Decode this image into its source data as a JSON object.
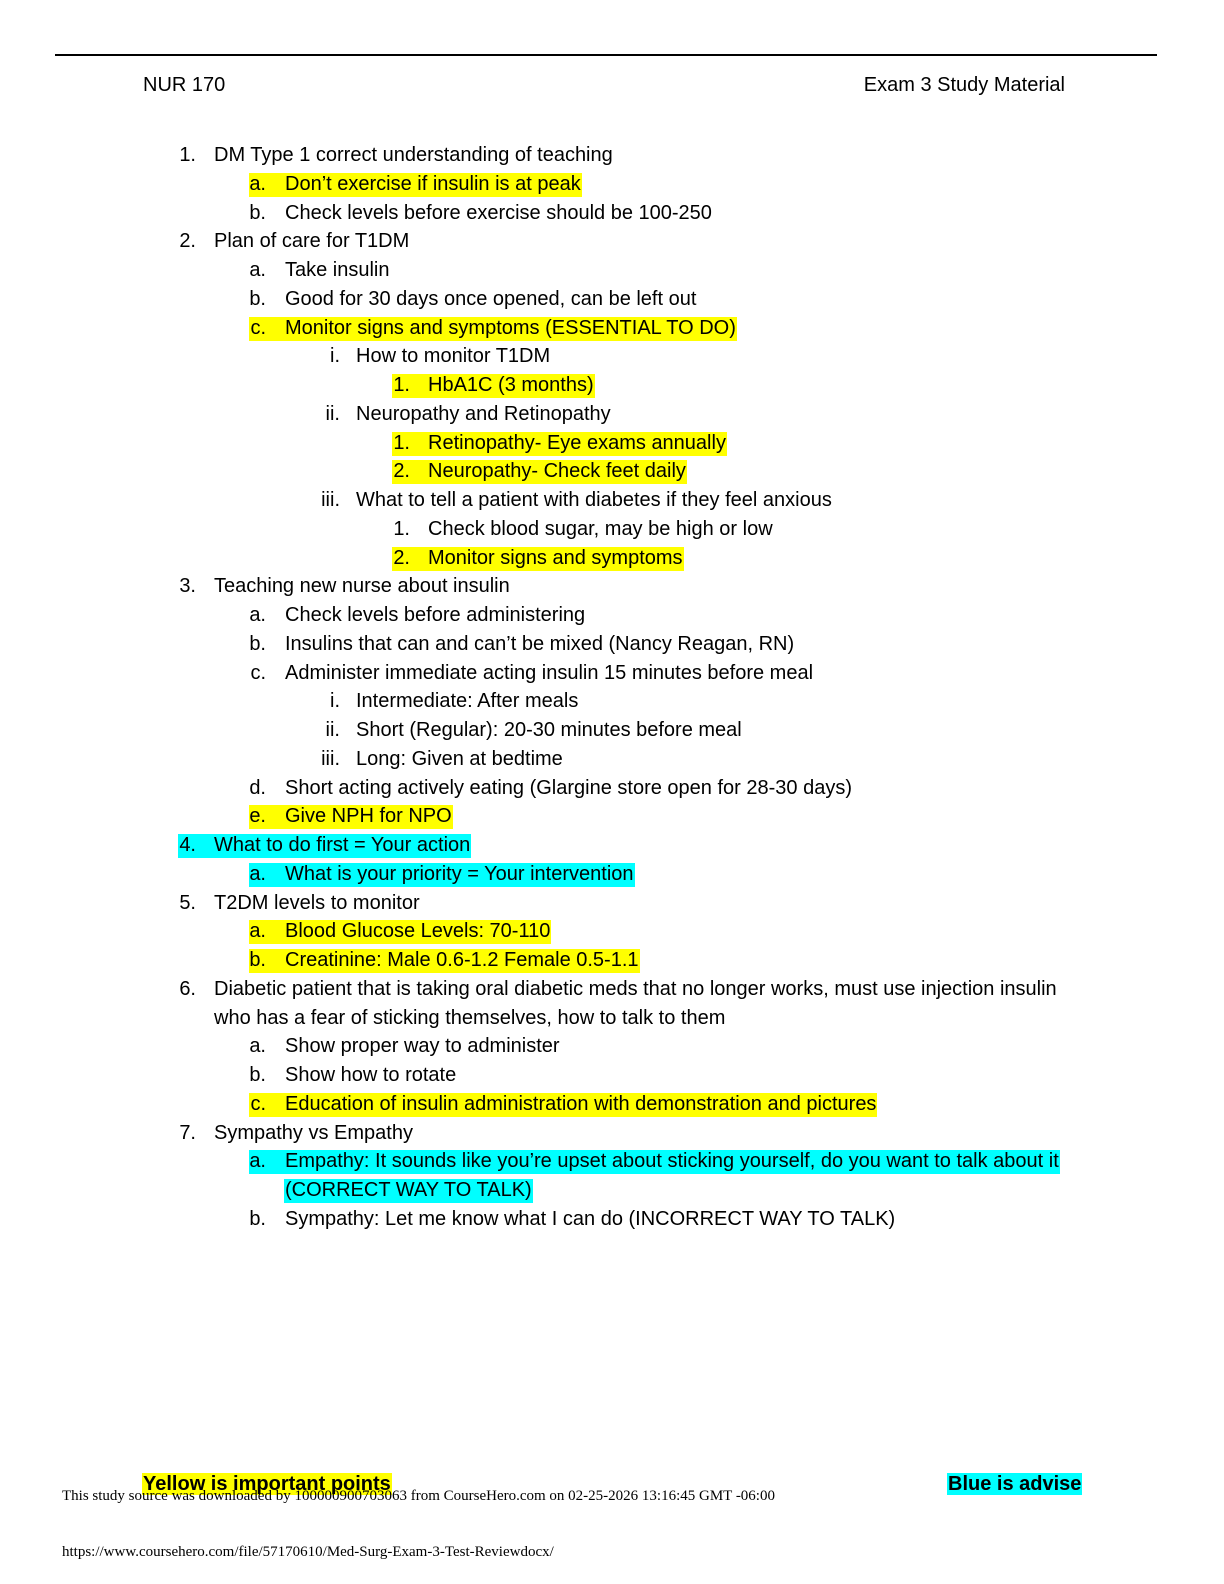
{
  "header": {
    "course": "NUR 170",
    "title": "Exam 3 Study Material"
  },
  "colors": {
    "important_highlight": "#ffff00",
    "advise_highlight": "#00ffff"
  },
  "outline": [
    {
      "level": 1,
      "marker": "1.",
      "text": "DM Type 1 correct understanding of teaching",
      "highlight": "none"
    },
    {
      "level": 2,
      "marker": "a.",
      "text": "Don’t exercise if insulin is at peak",
      "highlight": "yellow"
    },
    {
      "level": 2,
      "marker": "b.",
      "text": "Check levels before exercise should be 100-250",
      "highlight": "none"
    },
    {
      "level": 1,
      "marker": "2.",
      "text": "Plan of care for T1DM",
      "highlight": "none"
    },
    {
      "level": 2,
      "marker": "a.",
      "text": "Take insulin",
      "highlight": "none"
    },
    {
      "level": 2,
      "marker": "b.",
      "text": "Good for 30 days once opened, can be left out",
      "highlight": "none"
    },
    {
      "level": 2,
      "marker": "c.",
      "text": "Monitor signs and symptoms (ESSENTIAL TO DO)",
      "highlight": "yellow"
    },
    {
      "level": 3,
      "marker": "i.",
      "text": "How to monitor T1DM",
      "highlight": "none"
    },
    {
      "level": 4,
      "marker": "1.",
      "text": "HbA1C (3 months)",
      "highlight": "yellow"
    },
    {
      "level": 3,
      "marker": "ii.",
      "text": "Neuropathy and Retinopathy",
      "highlight": "none"
    },
    {
      "level": 4,
      "marker": "1.",
      "text": "Retinopathy- Eye exams annually",
      "highlight": "yellow"
    },
    {
      "level": 4,
      "marker": "2.",
      "text": "Neuropathy- Check feet daily",
      "highlight": "yellow"
    },
    {
      "level": 3,
      "marker": "iii.",
      "text": "What to tell a patient with diabetes if they feel anxious",
      "highlight": "none"
    },
    {
      "level": 4,
      "marker": "1.",
      "text": "Check blood sugar, may be high or low",
      "highlight": "none"
    },
    {
      "level": 4,
      "marker": "2.",
      "text": "Monitor signs and symptoms",
      "highlight": "yellow"
    },
    {
      "level": 1,
      "marker": "3.",
      "text": "Teaching new nurse about insulin",
      "highlight": "none"
    },
    {
      "level": 2,
      "marker": "a.",
      "text": "Check levels before administering",
      "highlight": "none"
    },
    {
      "level": 2,
      "marker": "b.",
      "text": "Insulins that can and can’t be mixed (Nancy Reagan, RN)",
      "highlight": "none"
    },
    {
      "level": 2,
      "marker": "c.",
      "text": "Administer immediate acting insulin 15 minutes before meal",
      "highlight": "none"
    },
    {
      "level": 3,
      "marker": "i.",
      "text": "Intermediate: After meals",
      "highlight": "none"
    },
    {
      "level": 3,
      "marker": "ii.",
      "text": "Short (Regular): 20-30 minutes before meal",
      "highlight": "none"
    },
    {
      "level": 3,
      "marker": "iii.",
      "text": "Long: Given at bedtime",
      "highlight": "none"
    },
    {
      "level": 2,
      "marker": "d.",
      "text": "Short acting actively eating (Glargine store open for 28-30 days)",
      "highlight": "none"
    },
    {
      "level": 2,
      "marker": "e.",
      "text": "Give NPH for NPO",
      "highlight": "yellow"
    },
    {
      "level": 1,
      "marker": "4.",
      "text": "What to do first = Your action",
      "highlight": "cyan"
    },
    {
      "level": 2,
      "marker": "a.",
      "text": "What is your priority = Your intervention",
      "highlight": "cyan"
    },
    {
      "level": 1,
      "marker": "5.",
      "text": "T2DM levels to monitor",
      "highlight": "none"
    },
    {
      "level": 2,
      "marker": "a.",
      "text": "Blood Glucose Levels: 70-110",
      "highlight": "yellow"
    },
    {
      "level": 2,
      "marker": "b.",
      "text": "Creatinine: Male 0.6-1.2 Female 0.5-1.1",
      "highlight": "yellow"
    },
    {
      "level": 1,
      "marker": "6.",
      "text": "Diabetic patient that is taking oral diabetic meds that no longer works, must use injection insulin",
      "highlight": "none"
    },
    {
      "level": 1,
      "marker": "",
      "text": "who has a fear of sticking themselves, how to talk to them",
      "highlight": "none"
    },
    {
      "level": 2,
      "marker": "a.",
      "text": "Show proper way to administer",
      "highlight": "none"
    },
    {
      "level": 2,
      "marker": "b.",
      "text": "Show how to rotate",
      "highlight": "none"
    },
    {
      "level": 2,
      "marker": "c.",
      "text": "Education of insulin administration with demonstration and pictures",
      "highlight": "yellow"
    },
    {
      "level": 1,
      "marker": "7.",
      "text": "Sympathy vs Empathy",
      "highlight": "none"
    },
    {
      "level": 2,
      "marker": "a.",
      "text": "Empathy: It sounds like you’re upset about sticking yourself, do you want to talk about it ",
      "highlight": "cyan"
    },
    {
      "level": 2,
      "marker": "",
      "text": "(CORRECT WAY TO TALK)",
      "highlight": "cyan"
    },
    {
      "level": 2,
      "marker": "b.",
      "text": "Sympathy: Let me know what I can do (INCORRECT WAY TO TALK)",
      "highlight": "none"
    }
  ],
  "legend": {
    "yellow_label": "Yellow is important points",
    "blue_label": "Blue is advise"
  },
  "footer": {
    "source_text": "This study source was downloaded by 100000900703063 from CourseHero.com on 02-25-2026 13:16:45 GMT -06:00",
    "url": "https://www.coursehero.com/file/57170610/Med-Surg-Exam-3-Test-Reviewdocx/"
  }
}
